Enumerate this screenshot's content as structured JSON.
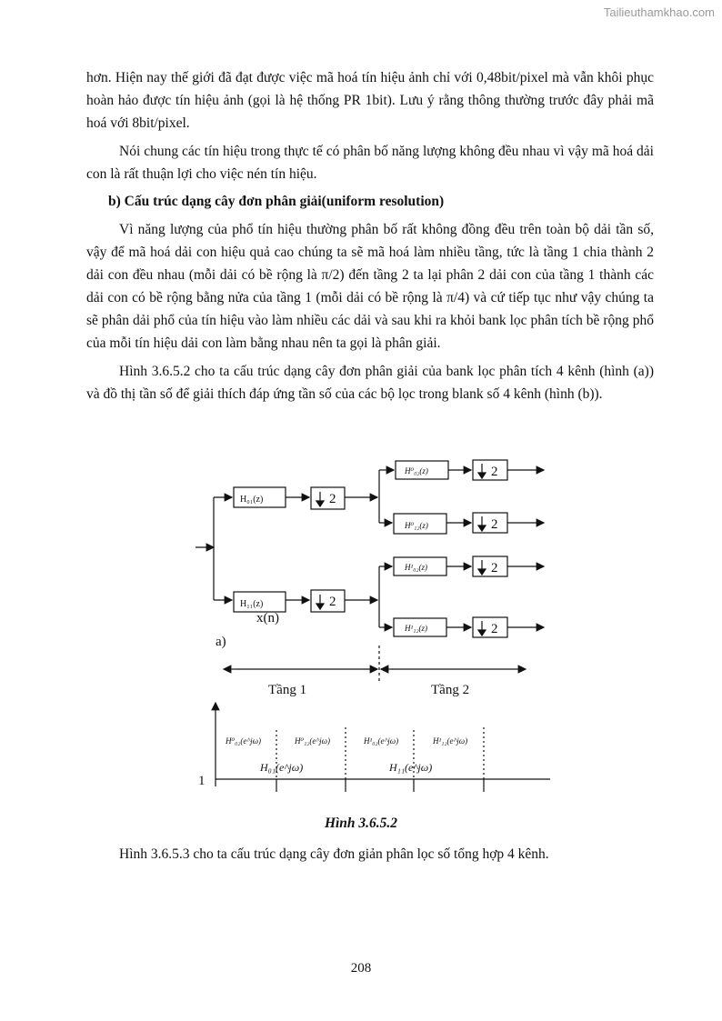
{
  "watermark": "Tailieuthamkhao.com",
  "paragraphs": {
    "p1": "hơn. Hiện nay thế giới đã đạt được việc mã hoá tín hiệu ảnh chỉ với 0,48bit/pixel mà vẫn khôi phục hoàn hảo được tín hiệu ảnh (gọi là hệ thống PR 1bit). Lưu ý rằng thông thường trước đây phải mã hoá với 8bit/pixel.",
    "p2": "Nói chung các tín hiệu trong thực tế có phân bố năng lượng không đều nhau vì vậy mã hoá dải con là rất thuận lợi cho việc nén tín hiệu.",
    "heading": "b) Cấu trúc dạng cây đơn phân giải(uniform resolution)",
    "p3": "Vì năng lượng của phổ tín hiệu thường phân bố rất không đồng đều trên toàn bộ dải tần số, vậy để mã hoá dải con hiệu quả cao chúng ta sẽ mã hoá làm nhiều tầng, tức là tầng 1 chia thành 2 dải con đều nhau (mỗi dải có bề rộng là π/2) đến tầng 2 ta lại phân 2 dải con của tầng 1 thành các dải con có bề rộng bằng nửa của tầng 1 (mỗi dải có bề rộng là π/4) và cứ tiếp tục như vậy chúng ta sẽ phân dải phổ của tín hiệu vào làm nhiều các dải và sau khi ra khỏi bank lọc phân tích bề rộng phổ của mỗi tín hiệu dải con làm bằng nhau nên ta gọi là phân giải.",
    "p4": "Hình 3.6.5.2 cho ta cấu trúc dạng cây đơn phân giải của bank lọc phân tích 4 kênh (hình (a)) và đồ thị tần số để giải thích đáp ứng tần số của các bộ lọc trong blank số 4 kênh (hình (b))."
  },
  "figure": {
    "stage1": {
      "filter_top": "H₀₁(z)",
      "filter_bottom": "H₁₁(z)",
      "downsample": "2",
      "input_label": "x(n)"
    },
    "stage2": {
      "filters": [
        "H⁰₀₂(z)",
        "H⁰₁₂(z)",
        "H¹₀₂(z)",
        "H¹₁₂(z)"
      ],
      "downsample": "2"
    },
    "part_label": "a)",
    "stage_labels": [
      "Tầng 1",
      "Tầng 2"
    ],
    "freq_plot": {
      "level": "1",
      "upper_labels": [
        "H⁰₀₂(e^jω)",
        "H⁰₁₂(e^jω)",
        "H¹₀₂(e^jω)",
        "H¹₁₂(e^jω)"
      ],
      "lower_labels": [
        "H₀₁(e^jω)",
        "H₁₁(e^jω)"
      ]
    }
  },
  "caption": "Hình 3.6.5.2",
  "after_text": "Hình 3.6.5.3 cho ta cấu trúc dạng cây đơn giản phân lọc số tổng hợp 4 kênh.",
  "page_number": "208"
}
